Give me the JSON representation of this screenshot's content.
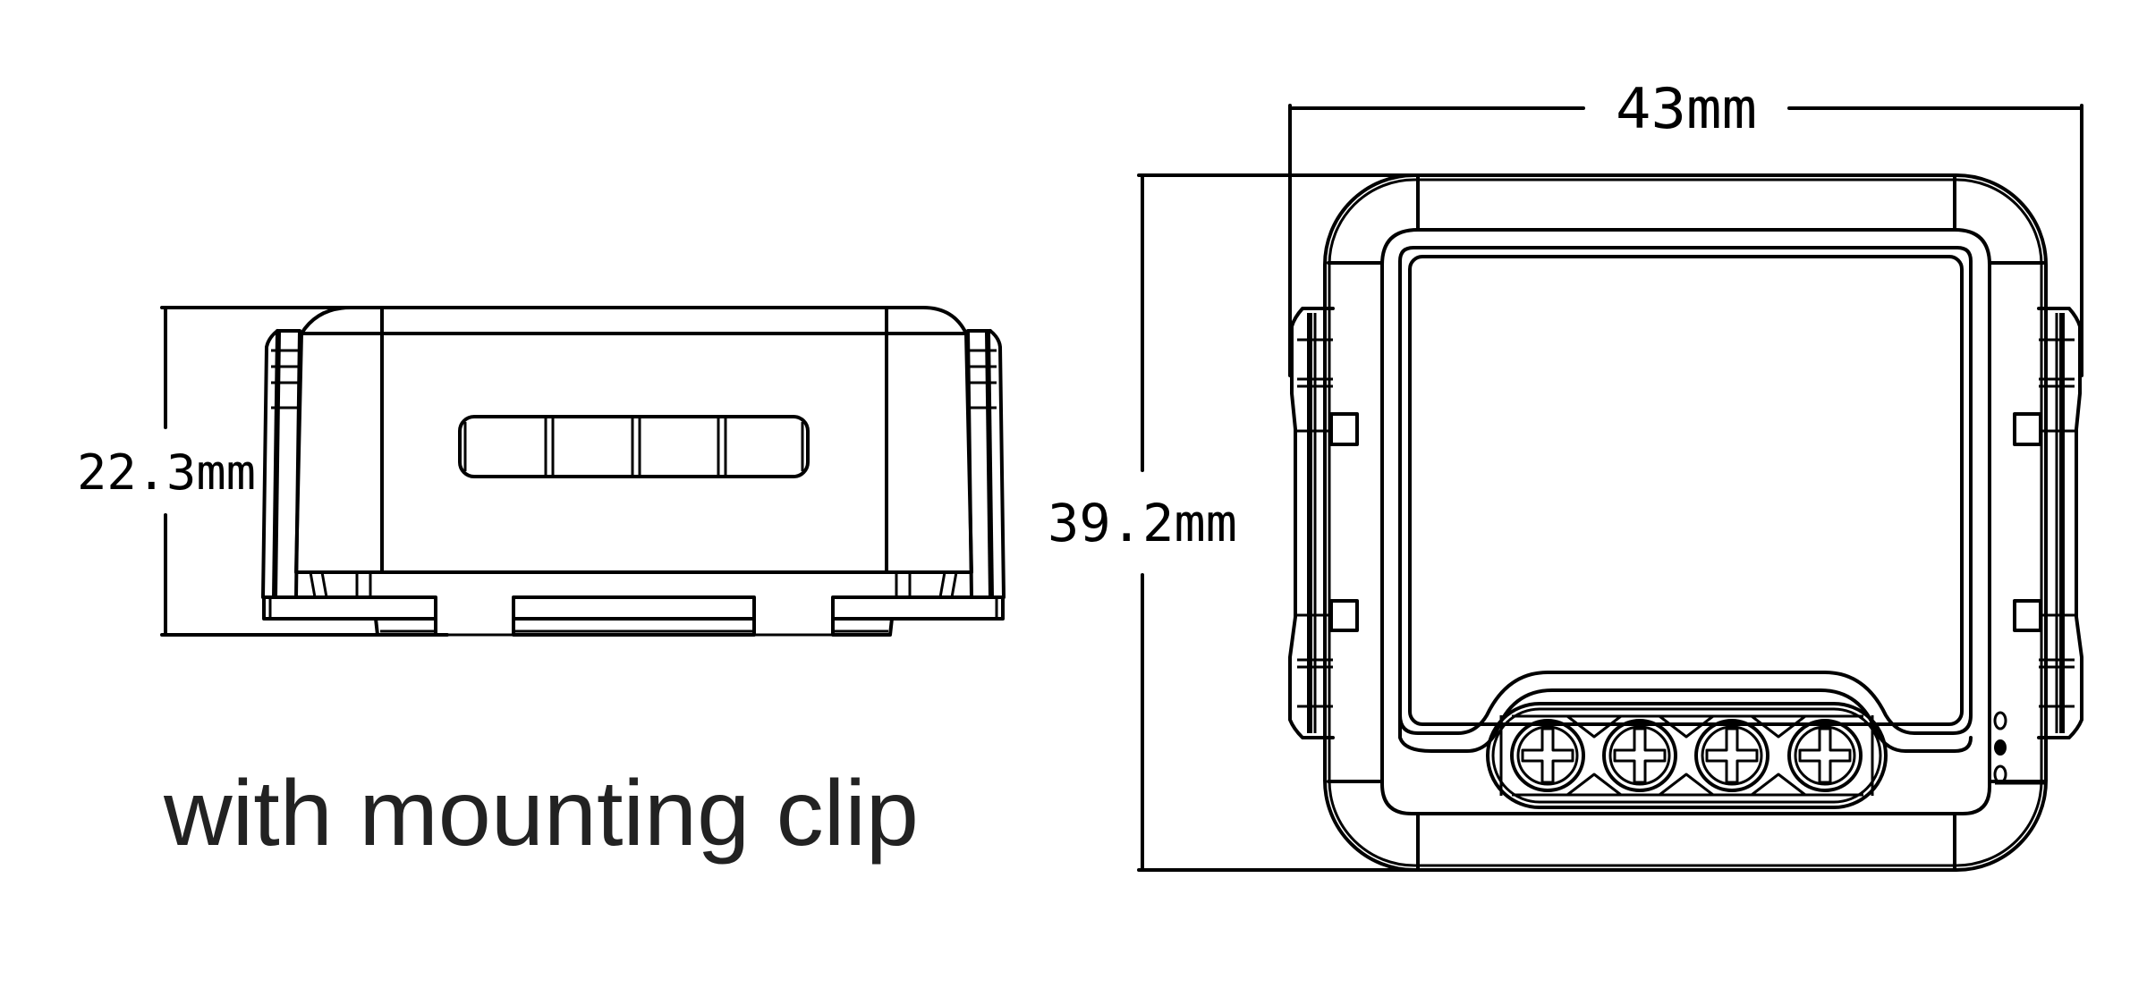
{
  "diagram": {
    "caption": "with mounting clip",
    "side_view": {
      "height_dimension": "22.3mm"
    },
    "front_view": {
      "width_dimension": "43mm",
      "height_dimension": "39.2mm",
      "terminal_count": 4,
      "indicator_dots": 3
    },
    "colors": {
      "line": "#000000",
      "caption": "#222222",
      "background": "#ffffff"
    }
  }
}
